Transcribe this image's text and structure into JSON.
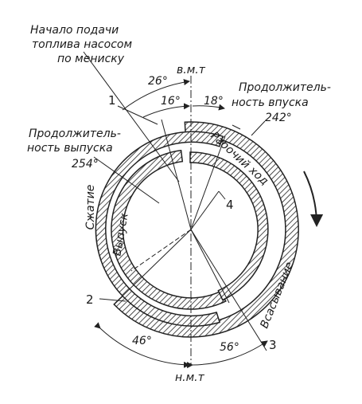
{
  "labels": {
    "injection_start_l1": "Начало подачи",
    "injection_start_l2": "топлива насосом",
    "injection_start_l3": "по мениску",
    "tdc": "в.м.т",
    "bdc": "н.м.т",
    "intake_duration_l1": "Продолжитель-",
    "intake_duration_l2": "ность впуска",
    "intake_duration_value": "242°",
    "exhaust_duration_l1": "Продолжитель-",
    "exhaust_duration_l2": "ность выпуска",
    "exhaust_duration_value": "254°",
    "angle_26": "26°",
    "angle_16": "16°",
    "angle_18": "18°",
    "angle_46": "46°",
    "angle_56": "56°",
    "point_1": "1",
    "point_2": "2",
    "point_3": "3",
    "point_4": "4"
  },
  "arc_labels": {
    "working_stroke": "Рабочий ход",
    "compression": "Сжатие",
    "exhaust": "Выпуск",
    "intake": "Всасывание"
  }
}
